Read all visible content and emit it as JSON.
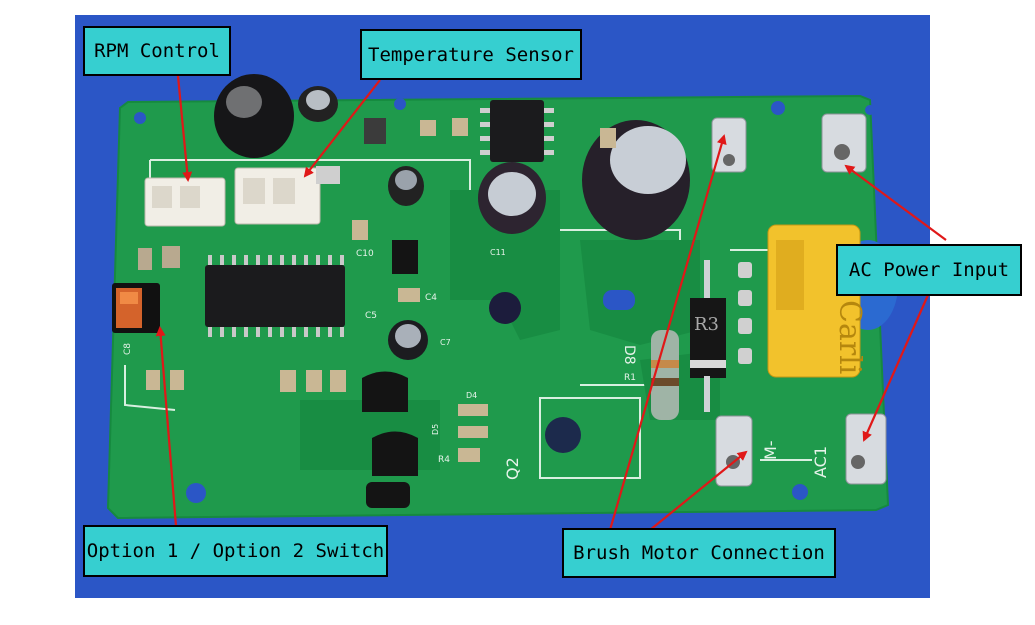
{
  "labels": {
    "rpm_control": "RPM Control",
    "temperature_sensor": "Temperature Sensor",
    "ac_power_input": "AC Power Input",
    "option_switch": "Option 1 / Option 2 Switch",
    "brush_motor_connection": "Brush Motor Connection"
  },
  "board_text": {
    "d8": "D8",
    "q2": "Q2",
    "m_minus": "M-",
    "ac1": "AC1",
    "r1": "R1",
    "r4": "R4",
    "c5": "C5",
    "c4": "C4",
    "c10": "C10",
    "c11": "C11",
    "c7": "C7",
    "c8": "C8",
    "r3": "R3",
    "d4": "D4",
    "d5": "D5",
    "capacitor_brand": "Carli"
  },
  "colors": {
    "background_photo": "#2a55c9",
    "pcb_green": "#1e9a4d",
    "pcb_trace": "#178a42",
    "callout_fill": "#36cfd0",
    "arrow": "#e01818",
    "x2_capacitor": "#f2c22c"
  }
}
